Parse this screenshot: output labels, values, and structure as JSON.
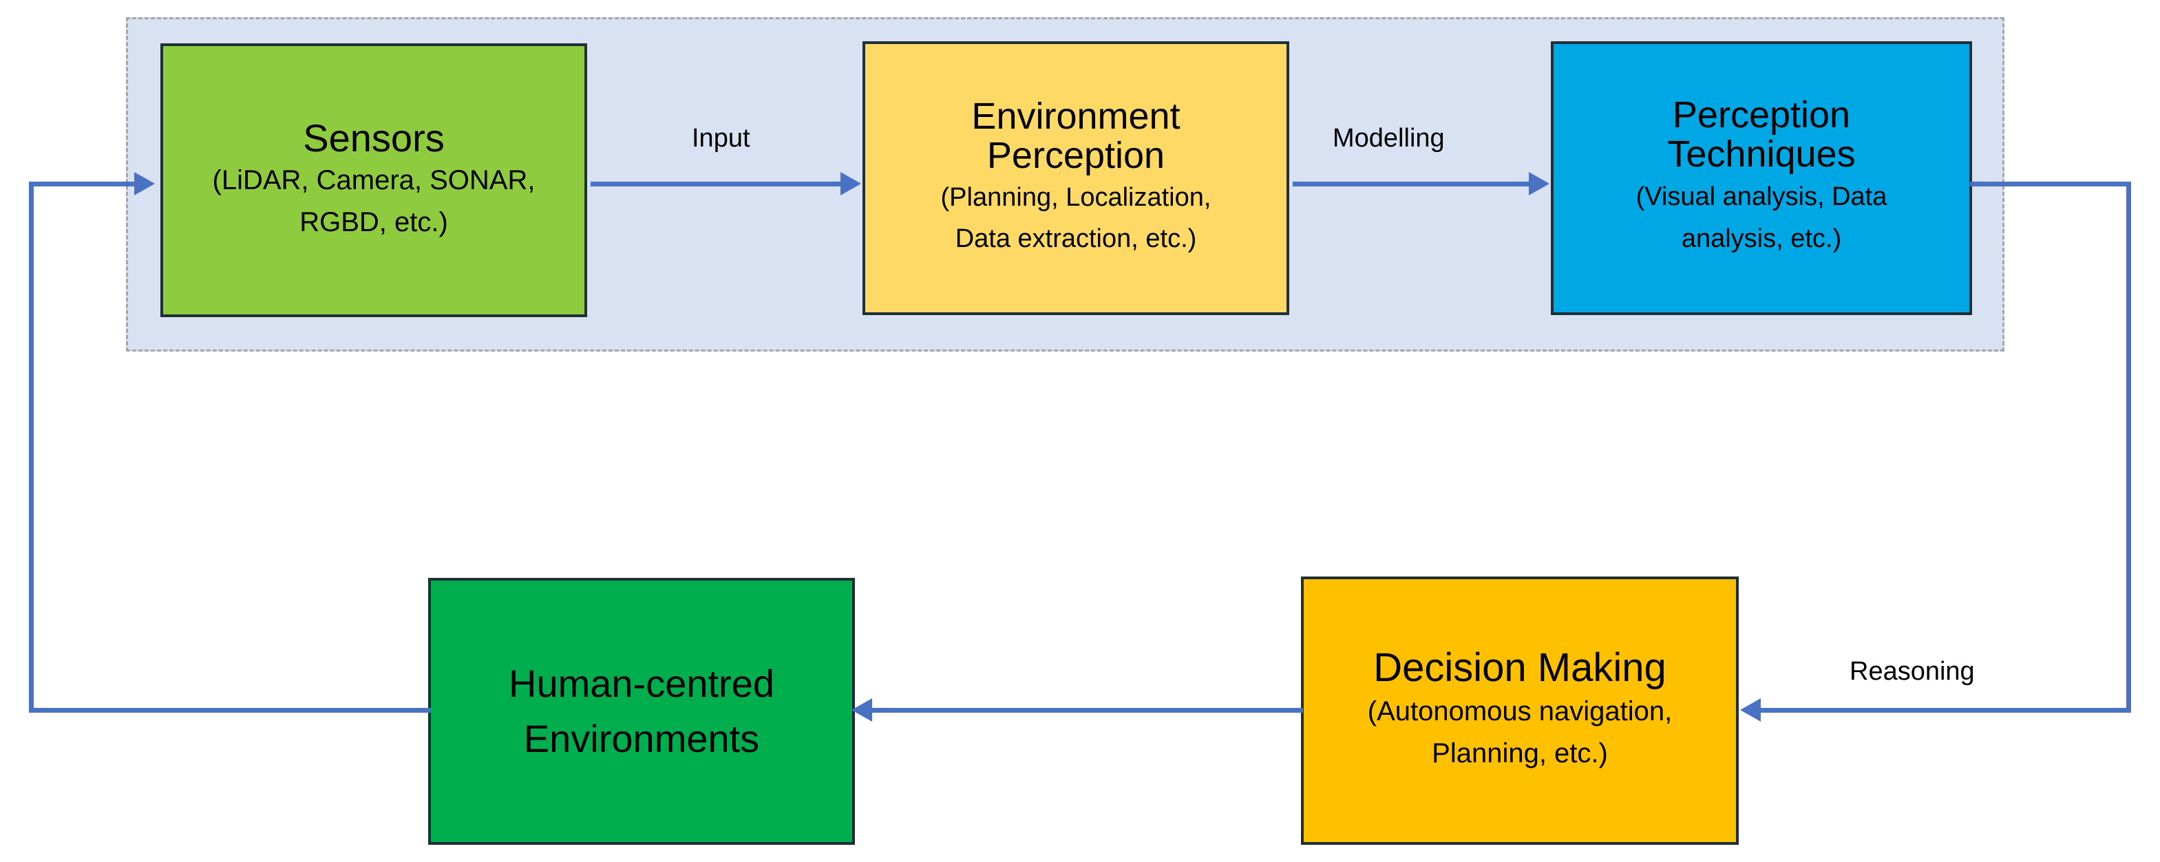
{
  "diagram": {
    "title_visible": false,
    "colors": {
      "container_fill": "#D9E2F3",
      "container_border": "#A6A6A6",
      "connector": "#4A72C3",
      "sensors_fill": "#8FCB3F",
      "environment_perception_fill": "#FFD966",
      "perception_techniques_fill": "#00A7E5",
      "decision_making_fill": "#FFC000",
      "human_centred_fill": "#00AE4D",
      "box_border": "#1F2F38"
    },
    "nodes": [
      {
        "id": "sensors",
        "title": "Sensors",
        "subtitle": "(LiDAR, Camera, SONAR,\nRGBD, etc.)"
      },
      {
        "id": "environment_perception",
        "title": "Environment\nPerception",
        "subtitle": "(Planning, Localization,\nData extraction, etc.)"
      },
      {
        "id": "perception_techniques",
        "title": "Perception\nTechniques",
        "subtitle": "(Visual analysis, Data\nanalysis, etc.)"
      },
      {
        "id": "decision_making",
        "title": "Decision Making",
        "subtitle": "(Autonomous navigation,\nPlanning, etc.)"
      },
      {
        "id": "human_centred_environments",
        "title": "Human-centred\nEnvironments",
        "subtitle": ""
      }
    ],
    "edges": [
      {
        "id": "input",
        "label": "Input",
        "from": "sensors",
        "to": "environment_perception"
      },
      {
        "id": "modelling",
        "label": "Modelling",
        "from": "environment_perception",
        "to": "perception_techniques"
      },
      {
        "id": "reasoning",
        "label": "Reasoning",
        "from": "perception_techniques",
        "to": "decision_making"
      },
      {
        "id": "feedback_to_human",
        "label": "",
        "from": "decision_making",
        "to": "human_centred_environments"
      },
      {
        "id": "feedback_to_sensors",
        "label": "",
        "from": "human_centred_environments",
        "to": "sensors"
      }
    ]
  }
}
